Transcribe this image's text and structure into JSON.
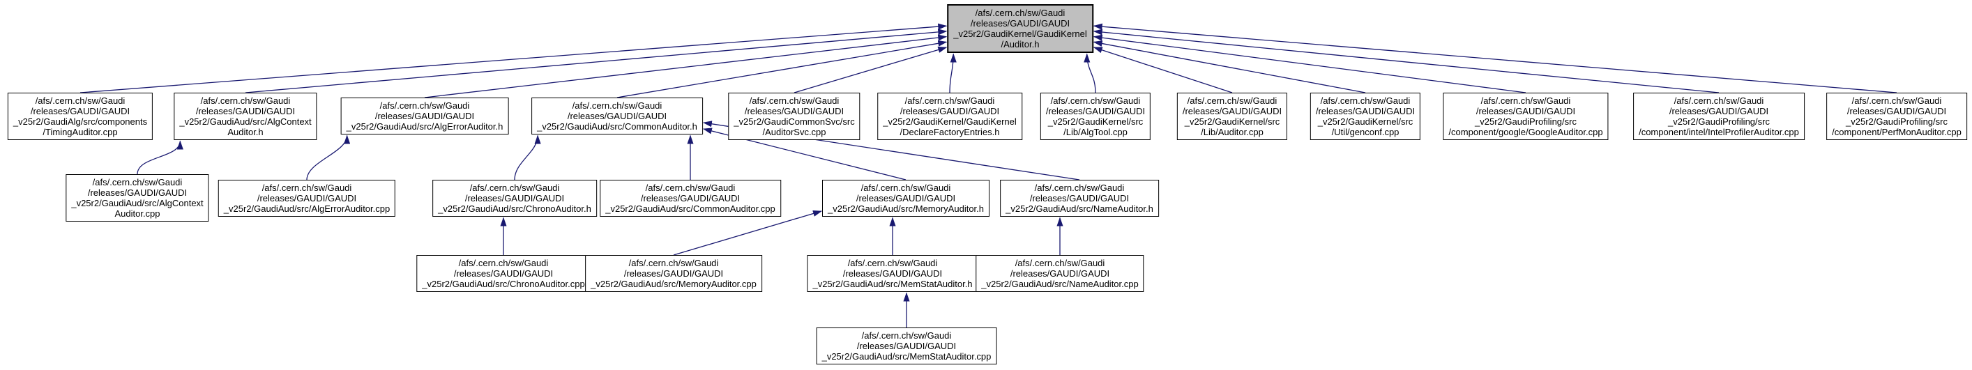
{
  "graph": {
    "type": "include-dependency-graph",
    "edge_color": "#191970",
    "node_border_color": "#000000",
    "root_fill_color": "#bfbfbf",
    "node_fill_color": "#ffffff",
    "nodes": [
      {
        "id": "auditor-h",
        "root": true,
        "lines": [
          "/afs/.cern.ch/sw/Gaudi",
          "/releases/GAUDI/GAUDI",
          "_v25r2/GaudiKernel/GaudiKernel",
          "/Auditor.h"
        ]
      },
      {
        "id": "timing-auditor-cpp",
        "lines": [
          "/afs/.cern.ch/sw/Gaudi",
          "/releases/GAUDI/GAUDI",
          "_v25r2/GaudiAlg/src/components",
          "/TimingAuditor.cpp"
        ]
      },
      {
        "id": "alg-context-auditor-h",
        "lines": [
          "/afs/.cern.ch/sw/Gaudi",
          "/releases/GAUDI/GAUDI",
          "_v25r2/GaudiAud/src/AlgContext",
          "Auditor.h"
        ]
      },
      {
        "id": "alg-error-auditor-h",
        "lines": [
          "/afs/.cern.ch/sw/Gaudi",
          "/releases/GAUDI/GAUDI",
          "_v25r2/GaudiAud/src/AlgErrorAuditor.h"
        ]
      },
      {
        "id": "common-auditor-h",
        "lines": [
          "/afs/.cern.ch/sw/Gaudi",
          "/releases/GAUDI/GAUDI",
          "_v25r2/GaudiAud/src/CommonAuditor.h"
        ]
      },
      {
        "id": "auditor-svc-cpp",
        "lines": [
          "/afs/.cern.ch/sw/Gaudi",
          "/releases/GAUDI/GAUDI",
          "_v25r2/GaudiCommonSvc/src",
          "/AuditorSvc.cpp"
        ]
      },
      {
        "id": "declare-factory-entries-h",
        "lines": [
          "/afs/.cern.ch/sw/Gaudi",
          "/releases/GAUDI/GAUDI",
          "_v25r2/GaudiKernel/GaudiKernel",
          "/DeclareFactoryEntries.h"
        ]
      },
      {
        "id": "alg-tool-cpp",
        "lines": [
          "/afs/.cern.ch/sw/Gaudi",
          "/releases/GAUDI/GAUDI",
          "_v25r2/GaudiKernel/src",
          "/Lib/AlgTool.cpp"
        ]
      },
      {
        "id": "auditor-cpp",
        "lines": [
          "/afs/.cern.ch/sw/Gaudi",
          "/releases/GAUDI/GAUDI",
          "_v25r2/GaudiKernel/src",
          "/Lib/Auditor.cpp"
        ]
      },
      {
        "id": "genconf-cpp",
        "lines": [
          "/afs/.cern.ch/sw/Gaudi",
          "/releases/GAUDI/GAUDI",
          "_v25r2/GaudiKernel/src",
          "/Util/genconf.cpp"
        ]
      },
      {
        "id": "google-auditor-cpp",
        "lines": [
          "/afs/.cern.ch/sw/Gaudi",
          "/releases/GAUDI/GAUDI",
          "_v25r2/GaudiProfiling/src",
          "/component/google/GoogleAuditor.cpp"
        ]
      },
      {
        "id": "intel-profiler-auditor-cpp",
        "lines": [
          "/afs/.cern.ch/sw/Gaudi",
          "/releases/GAUDI/GAUDI",
          "_v25r2/GaudiProfiling/src",
          "/component/intel/IntelProfilerAuditor.cpp"
        ]
      },
      {
        "id": "perf-mon-auditor-cpp",
        "lines": [
          "/afs/.cern.ch/sw/Gaudi",
          "/releases/GAUDI/GAUDI",
          "_v25r2/GaudiProfiling/src",
          "/component/PerfMonAuditor.cpp"
        ]
      },
      {
        "id": "alg-context-auditor-cpp",
        "lines": [
          "/afs/.cern.ch/sw/Gaudi",
          "/releases/GAUDI/GAUDI",
          "_v25r2/GaudiAud/src/AlgContext",
          "Auditor.cpp"
        ]
      },
      {
        "id": "alg-error-auditor-cpp",
        "lines": [
          "/afs/.cern.ch/sw/Gaudi",
          "/releases/GAUDI/GAUDI",
          "_v25r2/GaudiAud/src/AlgErrorAuditor.cpp"
        ]
      },
      {
        "id": "chrono-auditor-h",
        "lines": [
          "/afs/.cern.ch/sw/Gaudi",
          "/releases/GAUDI/GAUDI",
          "_v25r2/GaudiAud/src/ChronoAuditor.h"
        ]
      },
      {
        "id": "common-auditor-cpp",
        "lines": [
          "/afs/.cern.ch/sw/Gaudi",
          "/releases/GAUDI/GAUDI",
          "_v25r2/GaudiAud/src/CommonAuditor.cpp"
        ]
      },
      {
        "id": "memory-auditor-h",
        "lines": [
          "/afs/.cern.ch/sw/Gaudi",
          "/releases/GAUDI/GAUDI",
          "_v25r2/GaudiAud/src/MemoryAuditor.h"
        ]
      },
      {
        "id": "name-auditor-h",
        "lines": [
          "/afs/.cern.ch/sw/Gaudi",
          "/releases/GAUDI/GAUDI",
          "_v25r2/GaudiAud/src/NameAuditor.h"
        ]
      },
      {
        "id": "chrono-auditor-cpp",
        "lines": [
          "/afs/.cern.ch/sw/Gaudi",
          "/releases/GAUDI/GAUDI",
          "_v25r2/GaudiAud/src/ChronoAuditor.cpp"
        ]
      },
      {
        "id": "memory-auditor-cpp",
        "lines": [
          "/afs/.cern.ch/sw/Gaudi",
          "/releases/GAUDI/GAUDI",
          "_v25r2/GaudiAud/src/MemoryAuditor.cpp"
        ]
      },
      {
        "id": "mem-stat-auditor-h",
        "lines": [
          "/afs/.cern.ch/sw/Gaudi",
          "/releases/GAUDI/GAUDI",
          "_v25r2/GaudiAud/src/MemStatAuditor.h"
        ]
      },
      {
        "id": "name-auditor-cpp",
        "lines": [
          "/afs/.cern.ch/sw/Gaudi",
          "/releases/GAUDI/GAUDI",
          "_v25r2/GaudiAud/src/NameAuditor.cpp"
        ]
      },
      {
        "id": "mem-stat-auditor-cpp",
        "lines": [
          "/afs/.cern.ch/sw/Gaudi",
          "/releases/GAUDI/GAUDI",
          "_v25r2/GaudiAud/src/MemStatAuditor.cpp"
        ]
      }
    ],
    "edges": [
      {
        "from": "timing-auditor-cpp",
        "to": "auditor-h"
      },
      {
        "from": "alg-context-auditor-h",
        "to": "auditor-h"
      },
      {
        "from": "alg-error-auditor-h",
        "to": "auditor-h"
      },
      {
        "from": "common-auditor-h",
        "to": "auditor-h"
      },
      {
        "from": "auditor-svc-cpp",
        "to": "auditor-h"
      },
      {
        "from": "declare-factory-entries-h",
        "to": "auditor-h"
      },
      {
        "from": "alg-tool-cpp",
        "to": "auditor-h"
      },
      {
        "from": "auditor-cpp",
        "to": "auditor-h"
      },
      {
        "from": "genconf-cpp",
        "to": "auditor-h"
      },
      {
        "from": "google-auditor-cpp",
        "to": "auditor-h"
      },
      {
        "from": "intel-profiler-auditor-cpp",
        "to": "auditor-h"
      },
      {
        "from": "perf-mon-auditor-cpp",
        "to": "auditor-h"
      },
      {
        "from": "alg-context-auditor-cpp",
        "to": "alg-context-auditor-h"
      },
      {
        "from": "alg-error-auditor-cpp",
        "to": "alg-error-auditor-h"
      },
      {
        "from": "chrono-auditor-h",
        "to": "common-auditor-h"
      },
      {
        "from": "common-auditor-cpp",
        "to": "common-auditor-h"
      },
      {
        "from": "memory-auditor-h",
        "to": "common-auditor-h"
      },
      {
        "from": "name-auditor-h",
        "to": "common-auditor-h"
      },
      {
        "from": "chrono-auditor-cpp",
        "to": "chrono-auditor-h"
      },
      {
        "from": "memory-auditor-cpp",
        "to": "memory-auditor-h"
      },
      {
        "from": "mem-stat-auditor-h",
        "to": "memory-auditor-h"
      },
      {
        "from": "name-auditor-cpp",
        "to": "name-auditor-h"
      },
      {
        "from": "mem-stat-auditor-cpp",
        "to": "mem-stat-auditor-h"
      }
    ]
  }
}
